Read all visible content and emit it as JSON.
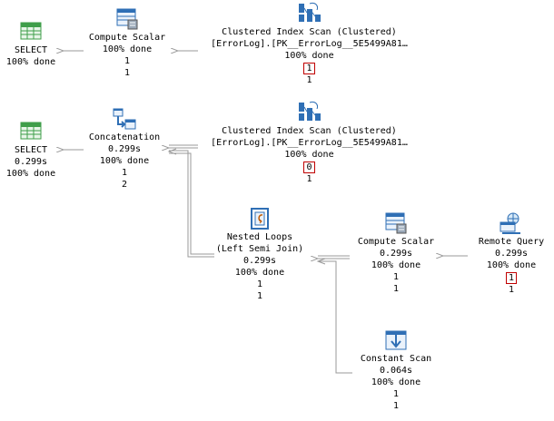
{
  "plan1": {
    "select": {
      "title": "SELECT",
      "done": "100% done"
    },
    "compute": {
      "title": "Compute Scalar",
      "done": "100% done",
      "v1": "1",
      "v2": "1"
    },
    "scan": {
      "title": "Clustered Index Scan (Clustered)",
      "object": "[ErrorLog].[PK__ErrorLog__5E5499A81…",
      "done": "100% done",
      "v1": "1",
      "v2": "1"
    }
  },
  "plan2": {
    "select": {
      "title": "SELECT",
      "time": "0.299s",
      "done": "100% done"
    },
    "concat": {
      "title": "Concatenation",
      "time": "0.299s",
      "done": "100% done",
      "v1": "1",
      "v2": "2"
    },
    "scan": {
      "title": "Clustered Index Scan (Clustered)",
      "object": "[ErrorLog].[PK__ErrorLog__5E5499A81…",
      "done": "100% done",
      "v1": "0",
      "v2": "1"
    },
    "loops": {
      "title": "Nested Loops",
      "subtitle": "(Left Semi Join)",
      "time": "0.299s",
      "done": "100% done",
      "v1": "1",
      "v2": "1"
    },
    "compute": {
      "title": "Compute Scalar",
      "time": "0.299s",
      "done": "100% done",
      "v1": "1",
      "v2": "1"
    },
    "remote": {
      "title": "Remote Query",
      "time": "0.299s",
      "done": "100% done",
      "v1": "1",
      "v2": "1"
    },
    "constant": {
      "title": "Constant Scan",
      "time": "0.064s",
      "done": "100% done",
      "v1": "1",
      "v2": "1"
    }
  },
  "colors": {
    "arrow": "#9a9a9a",
    "highlight_box": "#c00000",
    "icon_blue": "#2f6fb5",
    "icon_green": "#3f9e4a"
  },
  "icons": [
    "select-icon",
    "compute-scalar-icon",
    "clustered-index-scan-icon",
    "concatenation-icon",
    "nested-loops-icon",
    "remote-query-icon",
    "constant-scan-icon"
  ]
}
